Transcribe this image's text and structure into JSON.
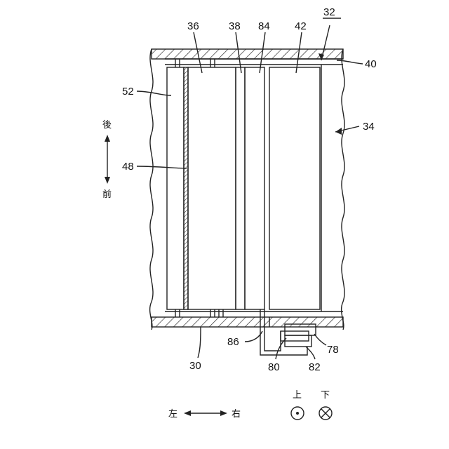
{
  "labels": {
    "l32": "32",
    "l36": "36",
    "l38": "38",
    "l84": "84",
    "l42": "42",
    "l40": "40",
    "l52": "52",
    "l34": "34",
    "l48": "48",
    "l30": "30",
    "l86": "86",
    "l78": "78",
    "l80": "80",
    "l82": "82"
  },
  "directions": {
    "rear": "後",
    "front": "前",
    "left": "左",
    "right": "右",
    "up": "上",
    "down": "下"
  }
}
